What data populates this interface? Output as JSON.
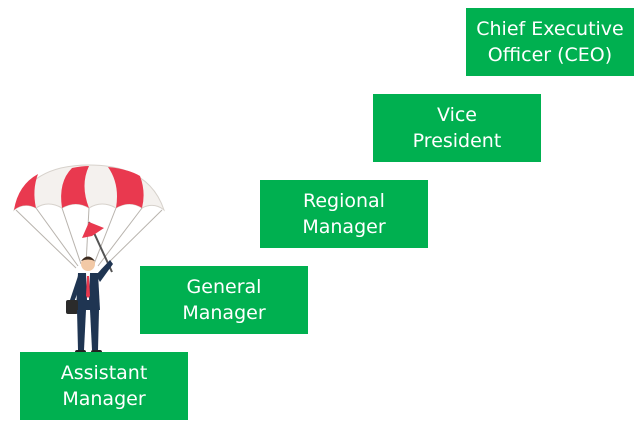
{
  "colors": {
    "step_fill": "#00b050",
    "step_text": "#ffffff",
    "canopy_red": "#e9394f",
    "canopy_white": "#f4f1ee",
    "suit": "#1f3552",
    "flag": "#e9394f"
  },
  "steps": [
    {
      "label": "Assistant\nManager"
    },
    {
      "label": "General\nManager"
    },
    {
      "label": "Regional\nManager"
    },
    {
      "label": "Vice\nPresident"
    },
    {
      "label": "Chief Executive\nOfficer (CEO)"
    }
  ],
  "illustration": {
    "icon": "parachute-businessman-icon"
  }
}
